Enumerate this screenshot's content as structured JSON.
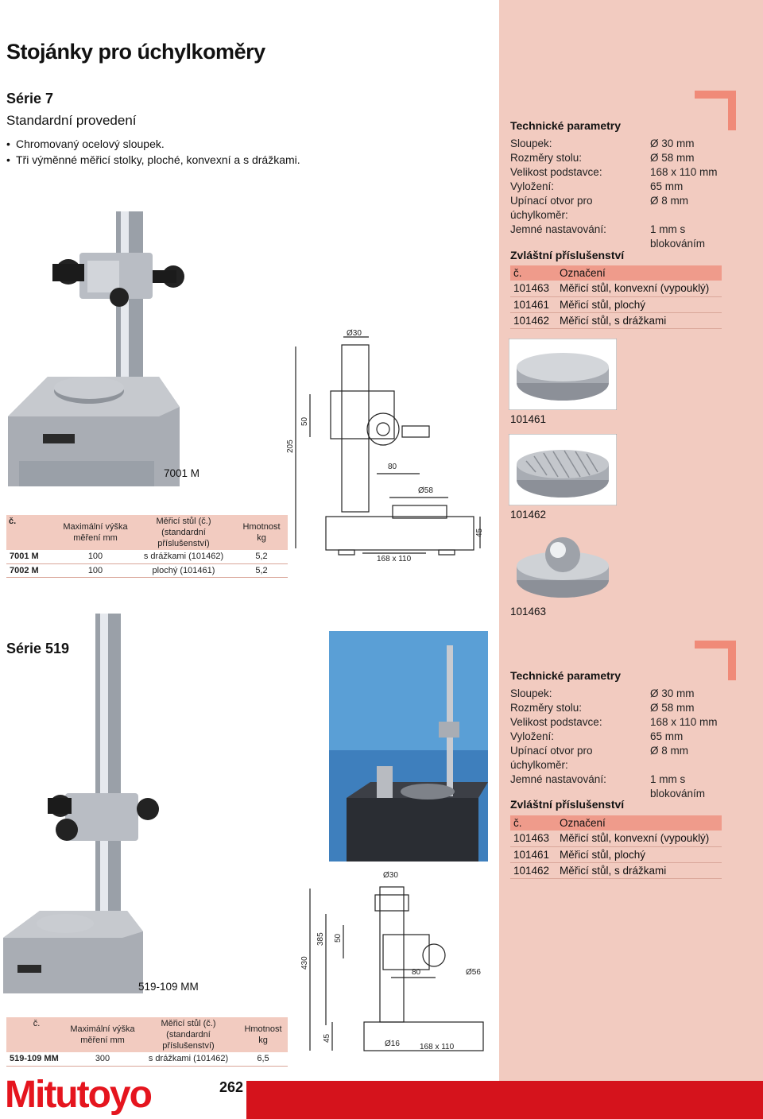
{
  "page": {
    "title": "Stojánky pro úchylkoměry",
    "number": "262",
    "brand": "Mitutoyo"
  },
  "series7": {
    "heading": "Série 7",
    "subheading": "Standardní provedení",
    "bullets": [
      "Chromovaný ocelový sloupek.",
      "Tři výměnné měřicí stolky, ploché, konvexní a s drážkami."
    ],
    "photo_caption": "7001 M",
    "tech": {
      "heading": "Technické parametry",
      "rows": [
        {
          "k": "Sloupek:",
          "v": "Ø 30 mm"
        },
        {
          "k": "Rozměry stolu:",
          "v": "Ø 58 mm"
        },
        {
          "k": "Velikost podstavce:",
          "v": "168 x 110 mm"
        },
        {
          "k": "Vyložení:",
          "v": "65 mm"
        },
        {
          "k": "Upínací otvor pro úchylkoměr:",
          "v": "Ø 8 mm"
        },
        {
          "k": "Jemné nastavování:",
          "v": "1 mm s blokováním"
        }
      ]
    },
    "accessories": {
      "heading": "Zvláštní příslušenství",
      "col1": "č.",
      "col2": "Označení",
      "rows": [
        {
          "no": "101463",
          "name": "Měřicí stůl, konvexní (vypouklý)"
        },
        {
          "no": "101461",
          "name": "Měřicí stůl, plochý"
        },
        {
          "no": "101462",
          "name": "Měřicí stůl, s drážkami"
        }
      ]
    },
    "table": {
      "headers": [
        "č.",
        "Maximální výška měření mm",
        "Měřicí stůl (č.) (standardní příslušenství)",
        "Hmotnost kg"
      ],
      "rows": [
        [
          "7001 M",
          "100",
          "s drážkami (101462)",
          "5,2"
        ],
        [
          "7002 M",
          "100",
          "plochý (101461)",
          "5,2"
        ]
      ]
    },
    "drawing": {
      "d_col": "Ø30",
      "h_total": "205",
      "h_arm": "50",
      "reach": "80",
      "d_table": "Ø58",
      "h_base": "45",
      "base": "168 x 110"
    }
  },
  "tables_photos": {
    "t1": "101461",
    "t2": "101462",
    "t3": "101463"
  },
  "series519": {
    "heading": "Série 519",
    "photo_caption": "519-109 MM",
    "tech": {
      "heading": "Technické parametry",
      "rows": [
        {
          "k": "Sloupek:",
          "v": "Ø 30 mm"
        },
        {
          "k": "Rozměry stolu:",
          "v": "Ø 58 mm"
        },
        {
          "k": "Velikost podstavce:",
          "v": "168 x 110 mm"
        },
        {
          "k": "Vyložení:",
          "v": "65 mm"
        },
        {
          "k": "Upínací otvor pro úchylkoměr:",
          "v": "Ø 8 mm"
        },
        {
          "k": "Jemné nastavování:",
          "v": "1 mm s blokováním"
        }
      ]
    },
    "accessories": {
      "heading": "Zvláštní příslušenství",
      "col1": "č.",
      "col2": "Označení",
      "rows": [
        {
          "no": "101463",
          "name": "Měřicí stůl, konvexní (vypouklý)"
        },
        {
          "no": "101461",
          "name": "Měřicí stůl, plochý"
        },
        {
          "no": "101462",
          "name": "Měřicí stůl, s drážkami"
        }
      ]
    },
    "table": {
      "headers": [
        "č.",
        "Maximální výška měření mm",
        "Měřicí stůl (č.) (standardní příslušenství)",
        "Hmotnost kg"
      ],
      "rows": [
        [
          "519-109 MM",
          "300",
          "s drážkami (101462)",
          "6,5"
        ]
      ]
    },
    "drawing": {
      "d_col": "Ø30",
      "h_total": "430",
      "h_mid": "385",
      "h_arm": "50",
      "reach": "80",
      "d_table": "Ø56",
      "h_base": "45",
      "d_foot": "Ø16",
      "base": "168 x 110"
    }
  },
  "colors": {
    "pink_column": "#f2cbc0",
    "accent_salmon": "#ef9b8b",
    "brand_red": "#d5131c"
  }
}
